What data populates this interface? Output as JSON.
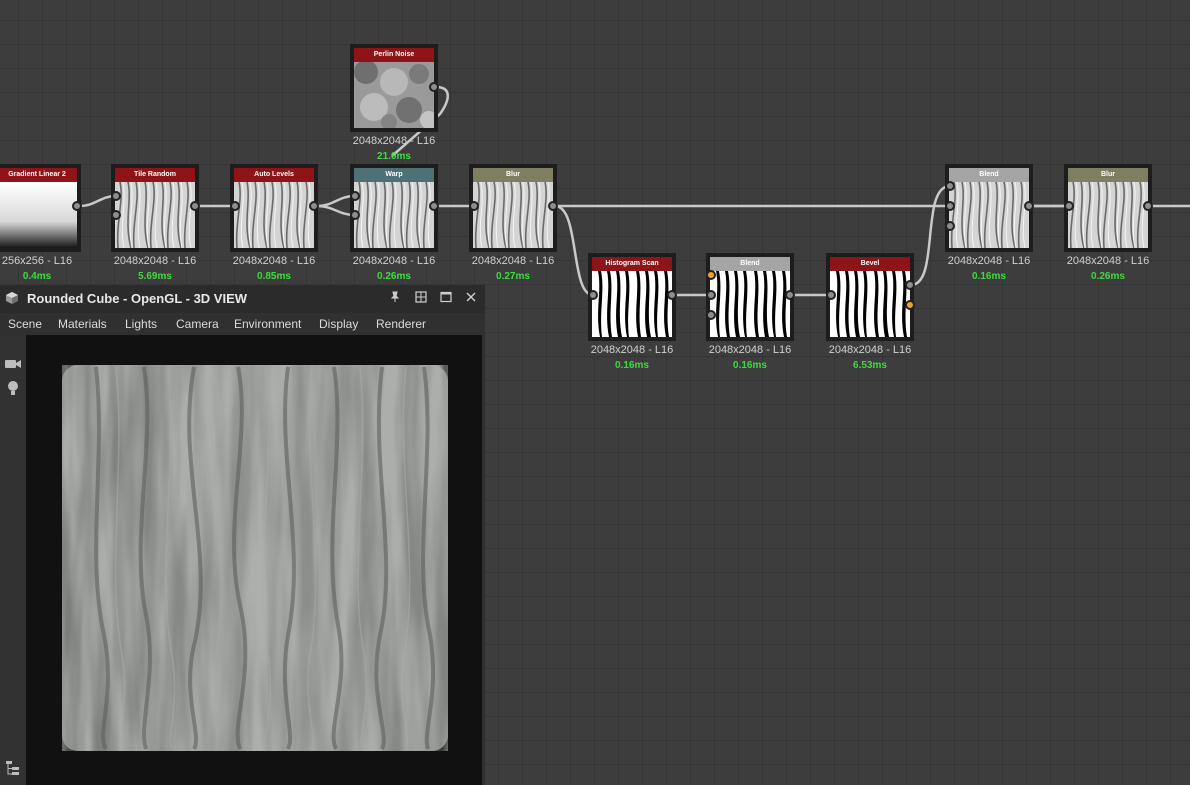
{
  "graph": {
    "nodes": [
      {
        "id": "gradient",
        "title": "Gradient Linear 2",
        "header_color": "#8f1418",
        "resolution": "256x256 - L16",
        "time": "0.4ms",
        "thumb": "gradient"
      },
      {
        "id": "tile",
        "title": "Tile Random",
        "header_color": "#8f1418",
        "resolution": "2048x2048 - L16",
        "time": "5.69ms",
        "thumb": "wood"
      },
      {
        "id": "autolevels",
        "title": "Auto Levels",
        "header_color": "#8f1418",
        "resolution": "2048x2048 - L16",
        "time": "0.85ms",
        "thumb": "wood"
      },
      {
        "id": "perlin",
        "title": "Perlin Noise",
        "header_color": "#8f1418",
        "resolution": "2048x2048 - L16",
        "time": "21.6ms",
        "thumb": "noise"
      },
      {
        "id": "warp",
        "title": "Warp",
        "header_color": "#4e7176",
        "resolution": "2048x2048 - L16",
        "time": "0.26ms",
        "thumb": "wood"
      },
      {
        "id": "blur1",
        "title": "Blur",
        "header_color": "#7f7d62",
        "resolution": "2048x2048 - L16",
        "time": "0.27ms",
        "thumb": "wood"
      },
      {
        "id": "histscan",
        "title": "Histogram Scan",
        "header_color": "#8f1418",
        "resolution": "2048x2048 - L16",
        "time": "0.16ms",
        "thumb": "bw"
      },
      {
        "id": "blend1",
        "title": "Blend",
        "header_color": "#a5a5a5",
        "resolution": "2048x2048 - L16",
        "time": "0.16ms",
        "thumb": "bw"
      },
      {
        "id": "bevel",
        "title": "Bevel",
        "header_color": "#8f1418",
        "resolution": "2048x2048 - L16",
        "time": "6.53ms",
        "thumb": "bw"
      },
      {
        "id": "blend2",
        "title": "Blend",
        "header_color": "#a5a5a5",
        "resolution": "2048x2048 - L16",
        "time": "0.16ms",
        "thumb": "wood"
      },
      {
        "id": "blur2",
        "title": "Blur",
        "header_color": "#7f7d62",
        "resolution": "2048x2048 - L16",
        "time": "0.26ms",
        "thumb": "wood"
      }
    ]
  },
  "view3d": {
    "title": "Rounded Cube - OpenGL - 3D VIEW",
    "icons": {
      "title": "cube-icon",
      "pin": "pin-icon",
      "layout": "layout-icon",
      "maximize": "maximize-icon",
      "close": "close-icon"
    },
    "menu": [
      "Scene",
      "Materials",
      "Lights",
      "Camera",
      "Environment",
      "Display",
      "Renderer"
    ],
    "side_tools": [
      "camera-icon",
      "light-bulb-icon",
      "hierarchy-icon"
    ]
  },
  "colors": {
    "port_default": "#8e8e8e",
    "port_active": "#f0a030",
    "time_text": "#3cdc3c",
    "link": "#c9c9c9"
  }
}
